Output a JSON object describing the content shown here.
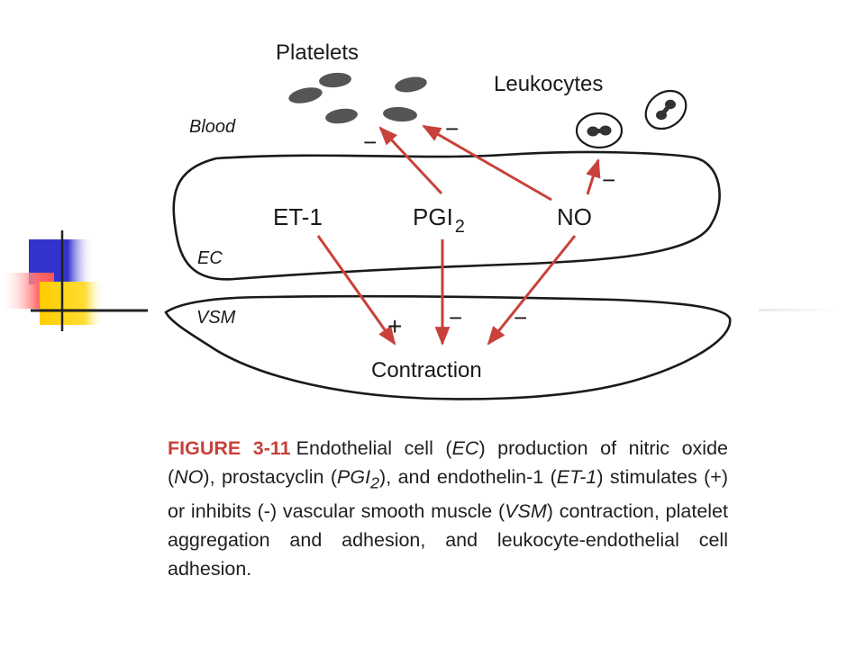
{
  "diagram": {
    "labels": {
      "platelets": "Platelets",
      "leukocytes": "Leukocytes",
      "blood": "Blood",
      "ec": "EC",
      "vsm": "VSM",
      "et1": "ET-1",
      "pgi_base": "PGI",
      "pgi_sub": "2",
      "no": "NO",
      "contraction": "Contraction"
    },
    "signs": {
      "pgi_to_platelets": "−",
      "no_to_platelets": "−",
      "no_to_leukocytes": "−",
      "et1_to_contraction": "+",
      "pgi_to_contraction": "−",
      "no_to_contraction": "−"
    },
    "colors": {
      "arrow": "#c8413a",
      "outline": "#1a1a1a",
      "cell_fill": "#555555",
      "deco_blue": "#3333cc",
      "deco_red": "#ff6b6b",
      "deco_yellow": "#ffcc00"
    }
  },
  "caption": {
    "figure_label": "FIGURE 3-11",
    "segments": [
      "Endothelial cell (",
      "EC",
      ") production of nitric oxide (",
      "NO",
      "), prostacyclin (",
      "PGI",
      "2",
      "), and endothelin-1 (",
      "ET-1",
      ") stimulates (+) or inhibits (-) vascular smooth muscle (",
      "VSM",
      ") contraction, platelet aggregation and adhesion, and leukocyte-endothelial cell adhesion."
    ]
  }
}
